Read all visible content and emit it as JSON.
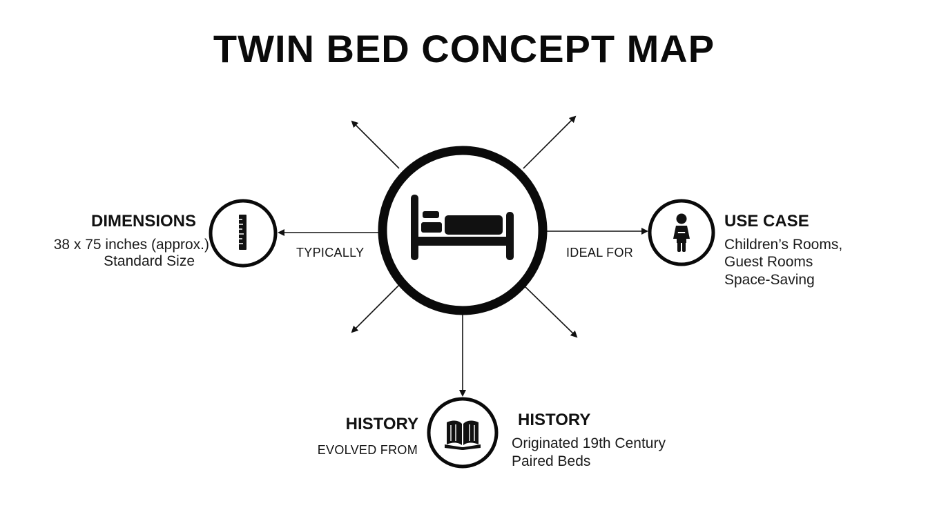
{
  "title": "TWIN BED CONCEPT MAP",
  "center": {
    "icon": "bed-icon"
  },
  "nodes": {
    "dimensions": {
      "icon": "ruler-icon",
      "heading": "DIMENSIONS",
      "lines": [
        "38 x 75 inches (approx.)",
        "Standard Size"
      ],
      "edge_label": "TYPICALLY"
    },
    "use_case": {
      "icon": "person-icon",
      "heading": "USE CASE",
      "lines": [
        "Children’s Rooms,",
        "Guest Rooms",
        "Space-Saving"
      ],
      "edge_label": "IDEAL FOR"
    },
    "history": {
      "icon": "book-icon",
      "left_heading": "HISTORY",
      "edge_label": "EVOLVED FROM",
      "heading": "HISTORY",
      "lines": [
        "Originated 19th Century",
        "Paired Beds"
      ]
    }
  },
  "colors": {
    "ink": "#111111",
    "background": "#ffffff"
  }
}
